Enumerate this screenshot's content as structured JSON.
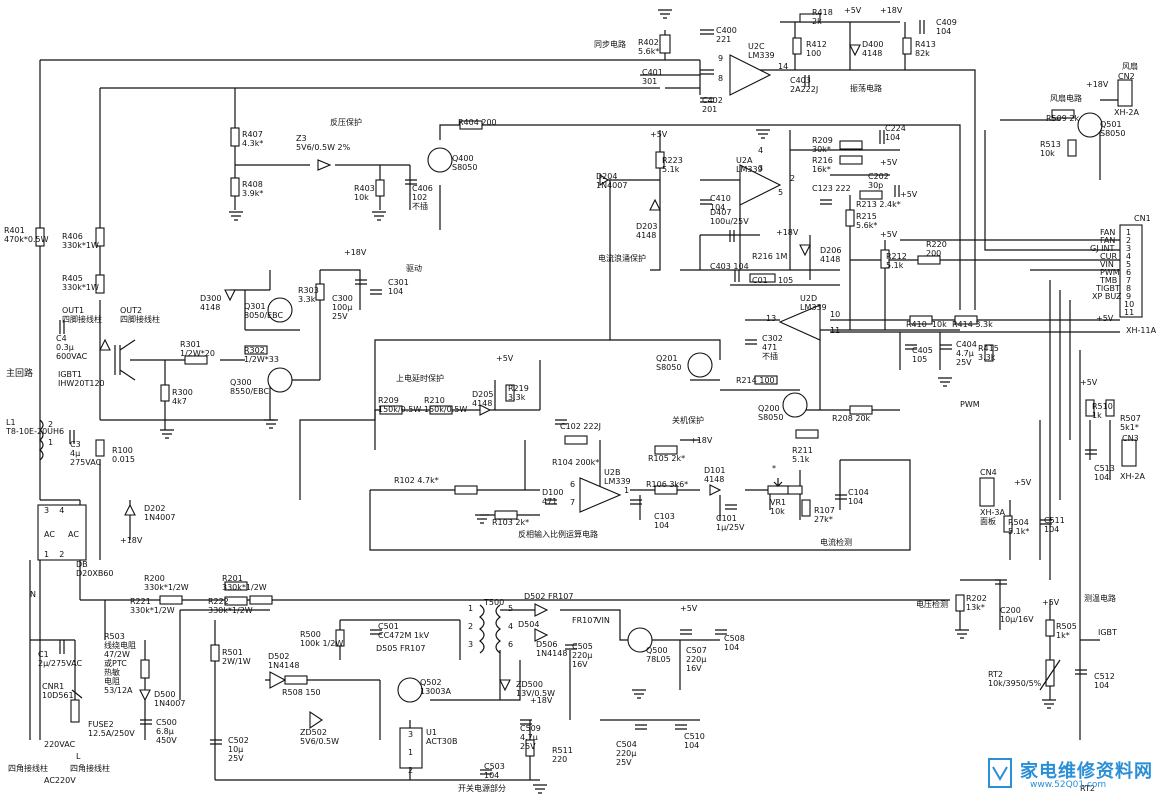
{
  "labels": {
    "sync_circuit": "同步电路",
    "r402": "R402\n5.6k*",
    "c400": "C400\n221",
    "c401": "C401\n301",
    "c402": "C402\n201",
    "u2c": "U2C\nLM339",
    "r418": "R418\n2k",
    "plus5v_top": "+5V",
    "plus18v_top": "+18V",
    "c409": "C409\n104",
    "r412": "R412\n100",
    "d400": "D400\n4148",
    "r413": "R413\n82k",
    "c403": "C403\n2A222J",
    "osc_circuit": "振荡电路",
    "fan": "风扇",
    "cn2": "CN2",
    "xh2a_fan": "XH-2A",
    "plus18v_fan": "+18V",
    "fan_circuit": "风扇电路",
    "r509": "R509 2k",
    "q501": "Q501\nS8050",
    "r513": "R513\n10k",
    "overvoltage": "反压保护",
    "r404": "R404 200",
    "r407": "R407\n4.3k*",
    "z3": "Z3\n5V6/0.5W 2%",
    "q400": "Q400\nS8050",
    "r403": "R403\n10k",
    "c406": "C406\n102\n不插",
    "r408": "R408\n3.9k*",
    "plus5v_u2a": "+5V",
    "r223": "R223\n5.1k",
    "u2a": "U2A\nLM339",
    "r209": "R209\n30k*",
    "c224": "C224\n104",
    "r216": "R216\n16k*",
    "plus5v_r216": "+5V",
    "c202": "C202\n30p",
    "c123": "C123 222",
    "r213": "R213 2.4k*",
    "plus5v_r213": "+5V",
    "r215": "R215\n5.6k*",
    "d204": "D204\n1N4007",
    "c410": "C410\n104",
    "d407": "D407\n100u/25V",
    "d203": "D203\n4148",
    "plus18v_d407": "+18V",
    "d206": "D206\n4148",
    "surge": "电流浪涌保护",
    "c403b": "C403 104",
    "r216m": "R216 1M",
    "c01": "C01    105",
    "plus5v_r212": "+5V",
    "r212": "R212\n5.1k",
    "r220": "R220\n200",
    "r401": "R401\n470k*0.5W",
    "r406": "R406\n330k*1W",
    "r405": "R405\n330k*1W",
    "out1": "OUT1\n四脚接线柱",
    "out2": "OUT2\n四脚接线柱",
    "c4": "C4\n0.3μ\n600VAC",
    "plus18v_drive": "+18V",
    "drive": "驱动",
    "d300": "D300\n4148",
    "q301": "Q301\n8050/EBC",
    "r303": "R303\n3.3k",
    "c300": "C300\n100μ\n25V",
    "c301": "C301\n104",
    "r301": "R301\n1/2W*20",
    "r302": "R302\n1/2W*33",
    "q300": "Q300\n8550/EBC",
    "main_loop": "主回路",
    "igbt1": "IGBT1\nIHW20T120",
    "r300": "R300\n4k7",
    "l1": "L1\nT8-10E-20UH6",
    "c3": "C3\n4μ\n275VAC",
    "r100": "R100\n0.015",
    "powerup_delay": "上电延时保护",
    "plus5v_r219": "+5V",
    "r219": "R219\n3.3k",
    "r209b": "R209\n150k/0.5W",
    "r210": "R210\n150k/0.5W",
    "d205": "D205\n4148",
    "q201": "Q201\nS8050",
    "u2d": "U2D\nLM339",
    "c302": "C302\n471\n不插",
    "r410": "R410  10k",
    "r414": "R414 3.3k",
    "c405": "C405\n105",
    "c404": "C404\n4.7μ\n25V",
    "r415": "R415\n3.3k",
    "pwm": "PWM",
    "r214": "R214 100",
    "shutdown_prot": "关机保护",
    "q200": "Q200\nS8050",
    "r208": "R208 20k",
    "r211": "R211\n5.1k",
    "c102": "C102 222J",
    "plus18v_r105": "+18V",
    "r104": "R104 200k*",
    "r105": "R105 2k*",
    "u2b": "U2B\nLM339",
    "r102": "R102 4.7k*",
    "d100": "D100\n471",
    "r106": "R106 3k6*",
    "d101": "D101\n4148",
    "vr1": "VR1\n10k",
    "r107": "R107\n27k*",
    "c104": "C104\n104",
    "r103": "R103 2k*",
    "c103": "C103\n104",
    "c101": "C101\n1μ/25V",
    "opamp_desc": "反相输入比例运算电路",
    "current_detect": "电流检测",
    "star": "*",
    "d202": "D202\n1N4007",
    "plus18v_d202": "+18V",
    "db": "DB\nD20XB60",
    "cn4": "CN4",
    "plus5v_cn4": "+5V",
    "xh3a": "XH-3A\n面板",
    "r504": "R504\n5.1k*",
    "c511": "C511\n104",
    "plus5v_r510": "+5V",
    "r510": "R510\n1k",
    "r507": "R507\n5k1*",
    "c513": "C513\n104",
    "cn3": "CN3",
    "xh2a_cn3": "XH-2A",
    "r200": "R200\n330k*1/2W",
    "r201": "R201\n330k*1/2W",
    "r221": "R221\n330k*1/2W",
    "r222": "R222\n330k*1/2W",
    "t500": "T500",
    "d502top": "D502 FR107",
    "d504": "D504",
    "fr107": "FR107",
    "vin": "VIN",
    "plus5v_c508": "+5V",
    "c501": "C501\nCC472M 1kV",
    "r500": "R500\n100k 1/2W",
    "d505": "D505 FR107",
    "d506": "D506\n1N4148",
    "c505": "C505\n220μ\n16V",
    "q500": "Q500\n78L05",
    "c507": "C507\n220μ\n16V",
    "c508": "C508\n104",
    "r503": "R503\n线绕电阻\n47/2W\n或PTC\n热敏\n电阻\n53/12A",
    "c1": "C1\n2μ/275VAC",
    "cnr1": "CNR1\n10D561",
    "r501": "R501\n2W/1W",
    "d502": "D502\n1N4148",
    "q502": "Q502\n13003A",
    "zd500": "ZD500\n13V/0.5W",
    "r508": "R508 150",
    "d500": "D500\n1N4007",
    "c500": "C500\n6.8μ\n450V",
    "fuse2": "FUSE2\n12.5A/250V",
    "zd502": "ZD502\n5V6/0.5W",
    "c502": "C502\n10μ\n25V",
    "u1": "U1\nACT30B",
    "plus18v_c509": "+18V",
    "c509": "C509\n4.7μ\n25V",
    "r511": "R511\n220",
    "c504": "C504\n220μ\n25V",
    "c510": "C510\n104",
    "c503": "C503\n104",
    "ac220v": "220VAC",
    "terminal_left": "四角接线柱",
    "terminal_right": "四角接线柱",
    "ac220v_bottom": "AC220V",
    "smps": "开关电源部分",
    "voltage_detect": "电压检测",
    "r202": "R202\n13k*",
    "c200": "C200\n10μ/16V",
    "temp_detect": "测温电路",
    "plus5v_r505": "+5V",
    "r505": "R505\n1k*",
    "igbt_lbl": "IGBT",
    "rt2": "RT2\n10k/3950/5%",
    "c512": "C512\n104",
    "rt2_bottom": "RT2",
    "cn1": "CN1",
    "xh11a": "XH-11A",
    "plus5v_cn1": "+5V",
    "pin_n": "N",
    "pin_l": "L",
    "pin_ac1": "AC",
    "pin_ac2": "AC",
    "db_pins": "3    4",
    "db_12": "1    2",
    "t500_pins": "1\n\n2\n\n3",
    "t500_pins_r": "5\n\n4\n\n6",
    "u1_pins": "3\n\n1\n\n2",
    "u2c_9": "9",
    "u2c_8": "8",
    "u2c_14": "14",
    "u2a_pins": "4\n\n3",
    "u2a_5": "5",
    "u2a_2": "2",
    "u2d_13": "13",
    "u2d_10": "10",
    "u2d_11": "11",
    "u2b_6": "6",
    "u2b_7": "7",
    "u2b_1": "1",
    "l1_pins": "2\n\n1",
    "ln_pins": "3\n4"
  },
  "cn1_pins": {
    "names": [
      "FAN",
      "FAN",
      "GJ INT",
      "CUR",
      "VIN",
      "PWM",
      "TMB",
      "TIGBT",
      "XP BUZ",
      "",
      ""
    ],
    "numbers": [
      "1",
      "2",
      "3",
      "4",
      "5",
      "6",
      "7",
      "8",
      "9",
      "10",
      "11"
    ]
  },
  "watermark": {
    "text": "家电维修资料网",
    "url": "www.52Q01.com",
    "color": "#2a8fd6"
  }
}
